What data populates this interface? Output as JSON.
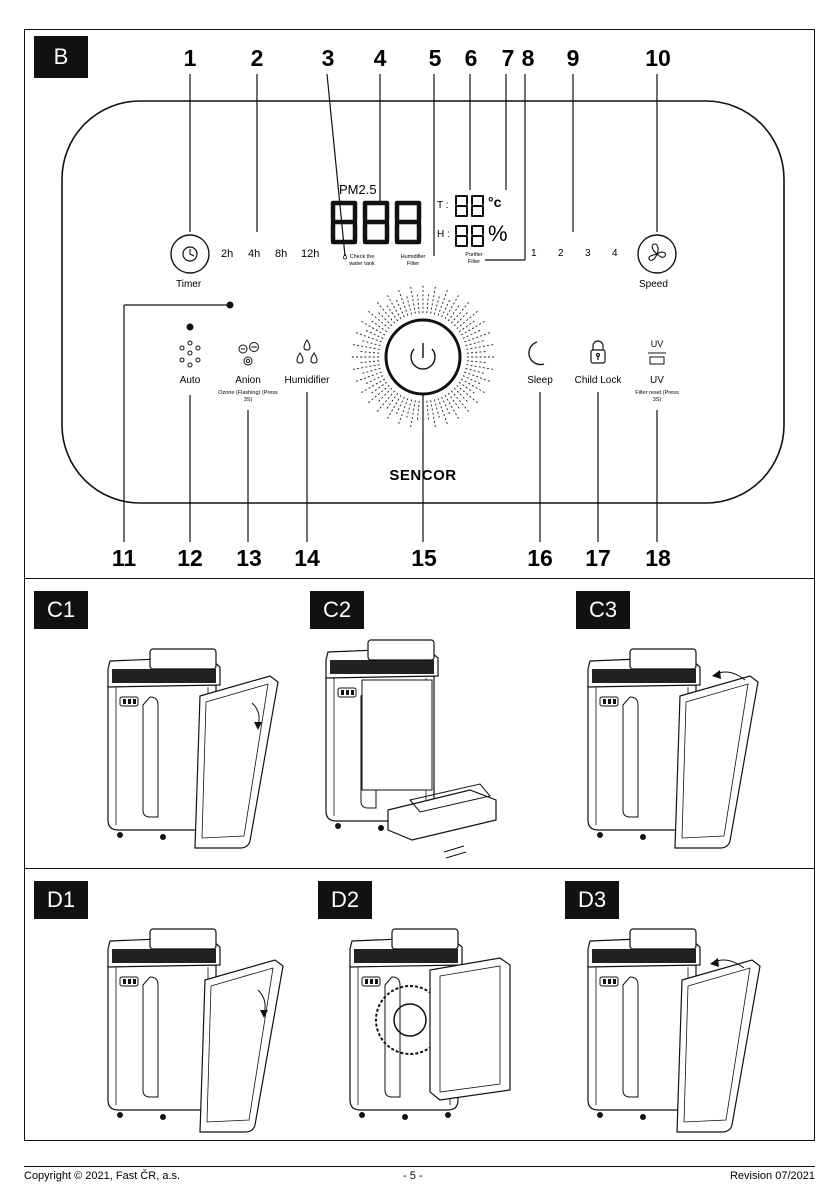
{
  "section_b": {
    "tag": "B",
    "callouts": [
      "1",
      "2",
      "3",
      "4",
      "5",
      "6",
      "7",
      "8",
      "9",
      "10",
      "11",
      "12",
      "13",
      "14",
      "15",
      "16",
      "17",
      "18"
    ],
    "display": {
      "pm_label": "PM2.5",
      "t_label": "T :",
      "h_label": "H :",
      "celsius": "°c",
      "percent": "%"
    },
    "timer": {
      "label": "Timer",
      "hours": [
        "2h",
        "4h",
        "8h",
        "12h"
      ]
    },
    "speed": {
      "label": "Speed",
      "levels": [
        "1",
        "2",
        "3",
        "4"
      ]
    },
    "indicators": {
      "water_tank": "Check the water tank",
      "humidifier_filter": "Humidifier Filter",
      "purifier_filter": "Purifier Filter"
    },
    "buttons": {
      "auto": "Auto",
      "anion": "Anion",
      "anion_note": "Ozone (Flashing) (Press 3S)",
      "humidifier": "Humidifier",
      "sleep": "Sleep",
      "child_lock": "Child Lock",
      "uv_icon_text": "UV",
      "uv": "UV",
      "uv_note": "Filter reset (Press 3S)"
    },
    "brand": "SENCOR"
  },
  "section_c": {
    "tags": [
      "C1",
      "C2",
      "C3"
    ]
  },
  "section_d": {
    "tags": [
      "D1",
      "D2",
      "D3"
    ]
  },
  "footer": {
    "copyright": "Copyright © 2021, Fast ČR, a.s.",
    "page": "- 5 -",
    "revision": "Revision 07/2021"
  }
}
